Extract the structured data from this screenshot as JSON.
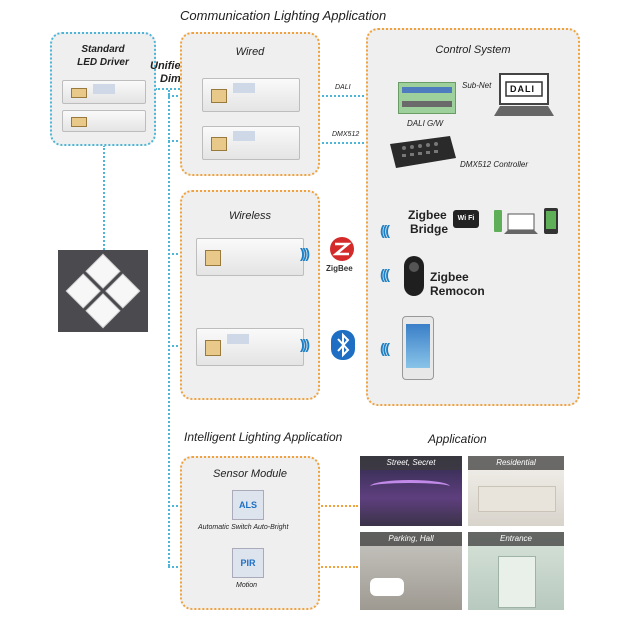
{
  "titles": {
    "communication": "Communication Lighting Application",
    "intelligent": "Intelligent Lighting Application",
    "application": "Application"
  },
  "driver": {
    "label_line1": "Standard",
    "label_line2": "LED Driver",
    "unified_line1": "Unified",
    "unified_line2": "Dim"
  },
  "wired": {
    "title": "Wired",
    "dali_label": "DALI",
    "dmx_label": "DMX512"
  },
  "wireless": {
    "title": "Wireless",
    "zigbee_logo": "ZigBee"
  },
  "control": {
    "title": "Control System",
    "subnet_label": "Sub-Net",
    "dali_logo": "DALI",
    "dali_gw_label": "DALI G/W",
    "dmx_controller_label": "DMX512 Controller",
    "zigbee_bridge_line1": "Zigbee",
    "zigbee_bridge_line2": "Bridge",
    "wifi_logo": "Wi Fi",
    "zigbee_remocon_line1": "Zigbee",
    "zigbee_remocon_line2": "Remocon"
  },
  "sensor": {
    "title": "Sensor Module",
    "als_chip": "ALS",
    "als_caption": "Automatic Switch Auto-Bright",
    "pir_chip": "PIR",
    "pir_caption": "Motion"
  },
  "applications": [
    {
      "label": "Street, Secret"
    },
    {
      "label": "Residential"
    },
    {
      "label": "Parking, Hall"
    },
    {
      "label": "Entrance"
    }
  ],
  "colors": {
    "orange_border": "#f0a23c",
    "blue_line": "#4cb6d8",
    "bluetooth": "#1e6fc4",
    "zigbee_red": "#d42a2a"
  }
}
